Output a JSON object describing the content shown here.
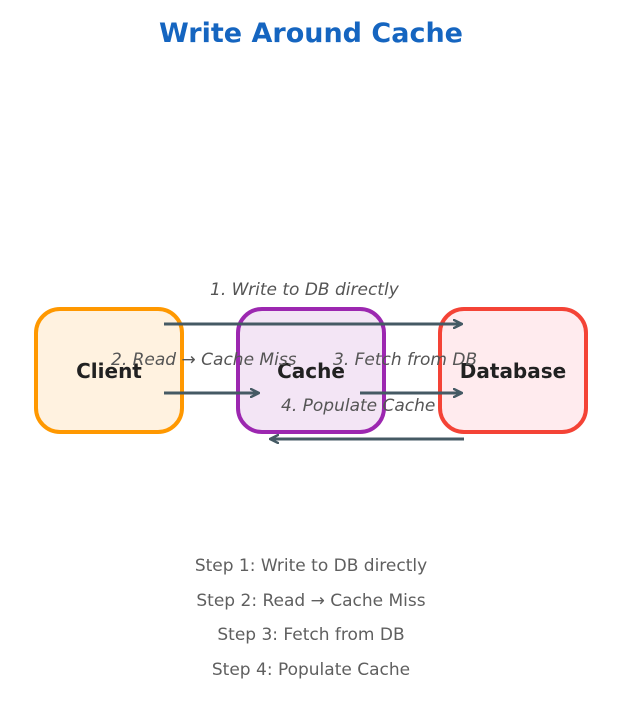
{
  "title": "Write Around Cache",
  "nodes": {
    "client": "Client",
    "cache": "Cache",
    "database": "Database"
  },
  "edges": {
    "write": "1. Write to DB directly",
    "read_miss": "2. Read → Cache Miss",
    "fetch": "3. Fetch from DB",
    "populate": "4. Populate Cache"
  },
  "steps": [
    "Step 1: Write to DB directly",
    "Step 2: Read → Cache Miss",
    "Step 3: Fetch from DB",
    "Step 4: Populate Cache"
  ],
  "colors": {
    "title": "#1565c0",
    "client_border": "#ff9800",
    "cache_border": "#9c27b0",
    "database_border": "#f44336",
    "arrow": "#455a64"
  }
}
